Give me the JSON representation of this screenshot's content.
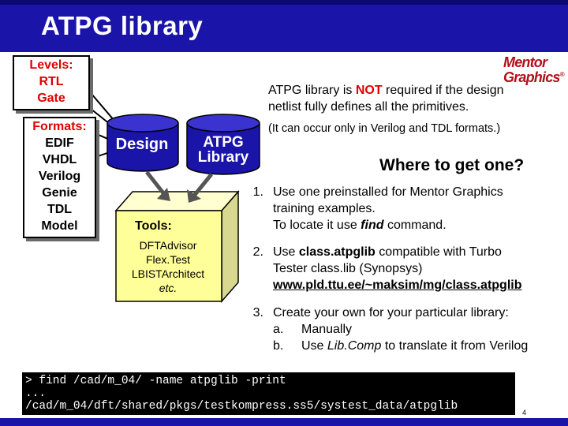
{
  "title": "ATPG library",
  "levels_box": {
    "label": "Levels:",
    "items": [
      "RTL",
      "Gate"
    ]
  },
  "formats_box": {
    "label": "Formats:",
    "items": [
      "EDIF",
      "VHDL",
      "Verilog",
      "Genie",
      "TDL",
      "Model"
    ]
  },
  "logo": {
    "line1": "Mentor",
    "line2": "Graphics",
    "mark": "®"
  },
  "note": {
    "part1": "ATPG library is ",
    "not_word": "NOT",
    "part2": " required if the design netlist fully defines all the primitives."
  },
  "note2": "(It can occur only in Verilog and TDL formats.)",
  "cylinders": {
    "design": "Design",
    "atpg_line1": "ATPG",
    "atpg_line2": "Library"
  },
  "tools": {
    "title": "Tools:",
    "items": [
      "DFTAdvisor",
      "Flex.Test",
      "LBISTArchitect",
      "etc."
    ]
  },
  "where_heading": "Where to get one?",
  "list": {
    "item1": {
      "num": "1.",
      "line1": "Use one preinstalled  for Mentor Graphics",
      "line2": "training examples.",
      "line3a": "To locate it use ",
      "line3b": "find",
      "line3c": " command."
    },
    "item2": {
      "num": "2.",
      "line1a": "Use  ",
      "line1b": "class.atpglib",
      "line1c": " compatible with Turbo",
      "line2": "Tester class.lib (Synopsys)",
      "line3": "www.pld.ttu.ee/~maksim/mg/class.atpglib"
    },
    "item3": {
      "num": "3.",
      "line1": "Create your own for your particular library:",
      "sub_a_label": "a.",
      "sub_a": "Manually",
      "sub_b_label": "b.",
      "sub_b1": "Use ",
      "sub_b2": "Lib.Comp",
      "sub_b3": " to translate it from Verilog"
    }
  },
  "terminal": {
    "line1": "> find /cad/m_04/ -name atpglib -print",
    "line2": "...",
    "line3": "/cad/m_04/dft/shared/pkgs/testkompress.ss5/systest_data/atpglib"
  },
  "page_number": "4",
  "colors": {
    "title_bar": "#1a14a8",
    "cylinder": "#1a14a8",
    "tools_box": "#ffff99",
    "arrow": "#555555",
    "accent_red": "#e00000",
    "logo": "#b0101a"
  }
}
